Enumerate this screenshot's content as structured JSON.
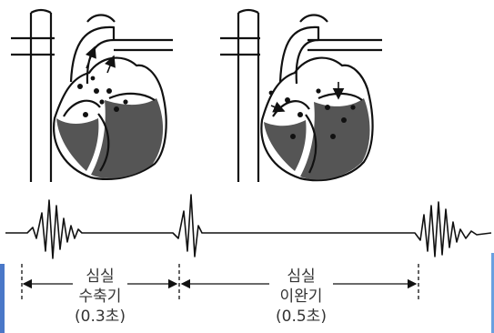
{
  "phases": [
    {
      "line1": "심실",
      "line2": "수축기",
      "duration": "(0.3초)"
    },
    {
      "line1": "심실",
      "line2": "이완기",
      "duration": "(0.5초)"
    }
  ],
  "colors": {
    "ink": "#111111",
    "muscle": "#555555",
    "accent": "#4a78c8"
  }
}
